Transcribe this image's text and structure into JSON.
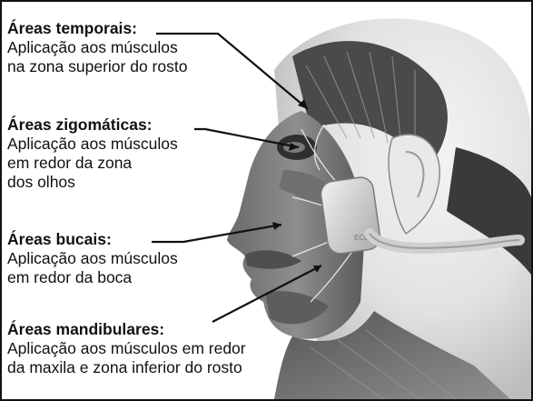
{
  "labels": [
    {
      "title": "Áreas temporais:",
      "lines": [
        "Aplicação aos músculos",
        "na zona superior do rosto"
      ]
    },
    {
      "title": "Áreas zigomáticas:",
      "lines": [
        "Aplicação aos músculos",
        "em redor da zona",
        "dos olhos"
      ]
    },
    {
      "title": "Áreas bucais:",
      "lines": [
        "Aplicação aos músculos",
        "em redor da boca"
      ]
    },
    {
      "title": "Áreas mandibulares:",
      "lines": [
        "Aplicação aos músculos em redor",
        "da maxila e zona inferior do rosto"
      ]
    }
  ],
  "device_text": "ECO",
  "colors": {
    "skin_dark": "#3c3c3c",
    "skin_mid": "#8a8a8a",
    "skin_light": "#d6d6d6",
    "background_shade": "#eeeeee",
    "leader": "#111111"
  }
}
